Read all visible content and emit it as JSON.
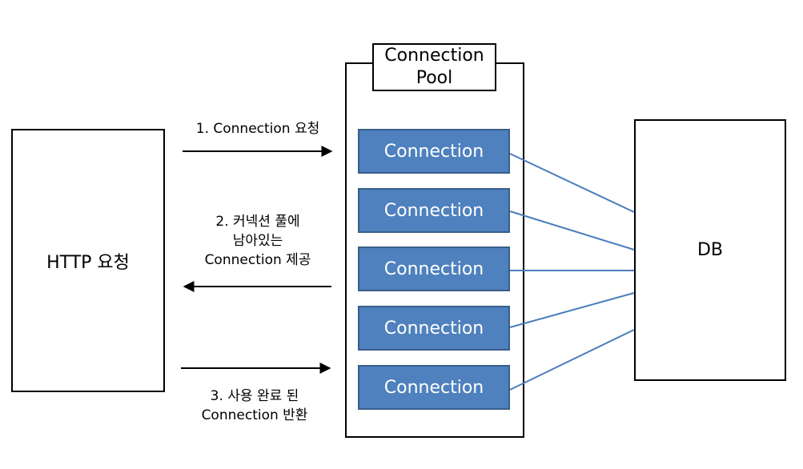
{
  "http": {
    "label": "HTTP 요청"
  },
  "db": {
    "label": "DB"
  },
  "pool": {
    "title_line1": "Connection",
    "title_line2": "Pool"
  },
  "connections": [
    "Connection",
    "Connection",
    "Connection",
    "Connection",
    "Connection"
  ],
  "steps": {
    "step1": "1. Connection 요청",
    "step2_line1": "2. 커넥션 풀에",
    "step2_line2": "남아있는",
    "step2_line3": "Connection 제공",
    "step3_line1": "3. 사용 완료 된",
    "step3_line2": "Connection 반환"
  },
  "colors": {
    "connection_fill": "#4e81bd",
    "connection_border": "#395e8a",
    "link_line": "#4a7ebb"
  }
}
